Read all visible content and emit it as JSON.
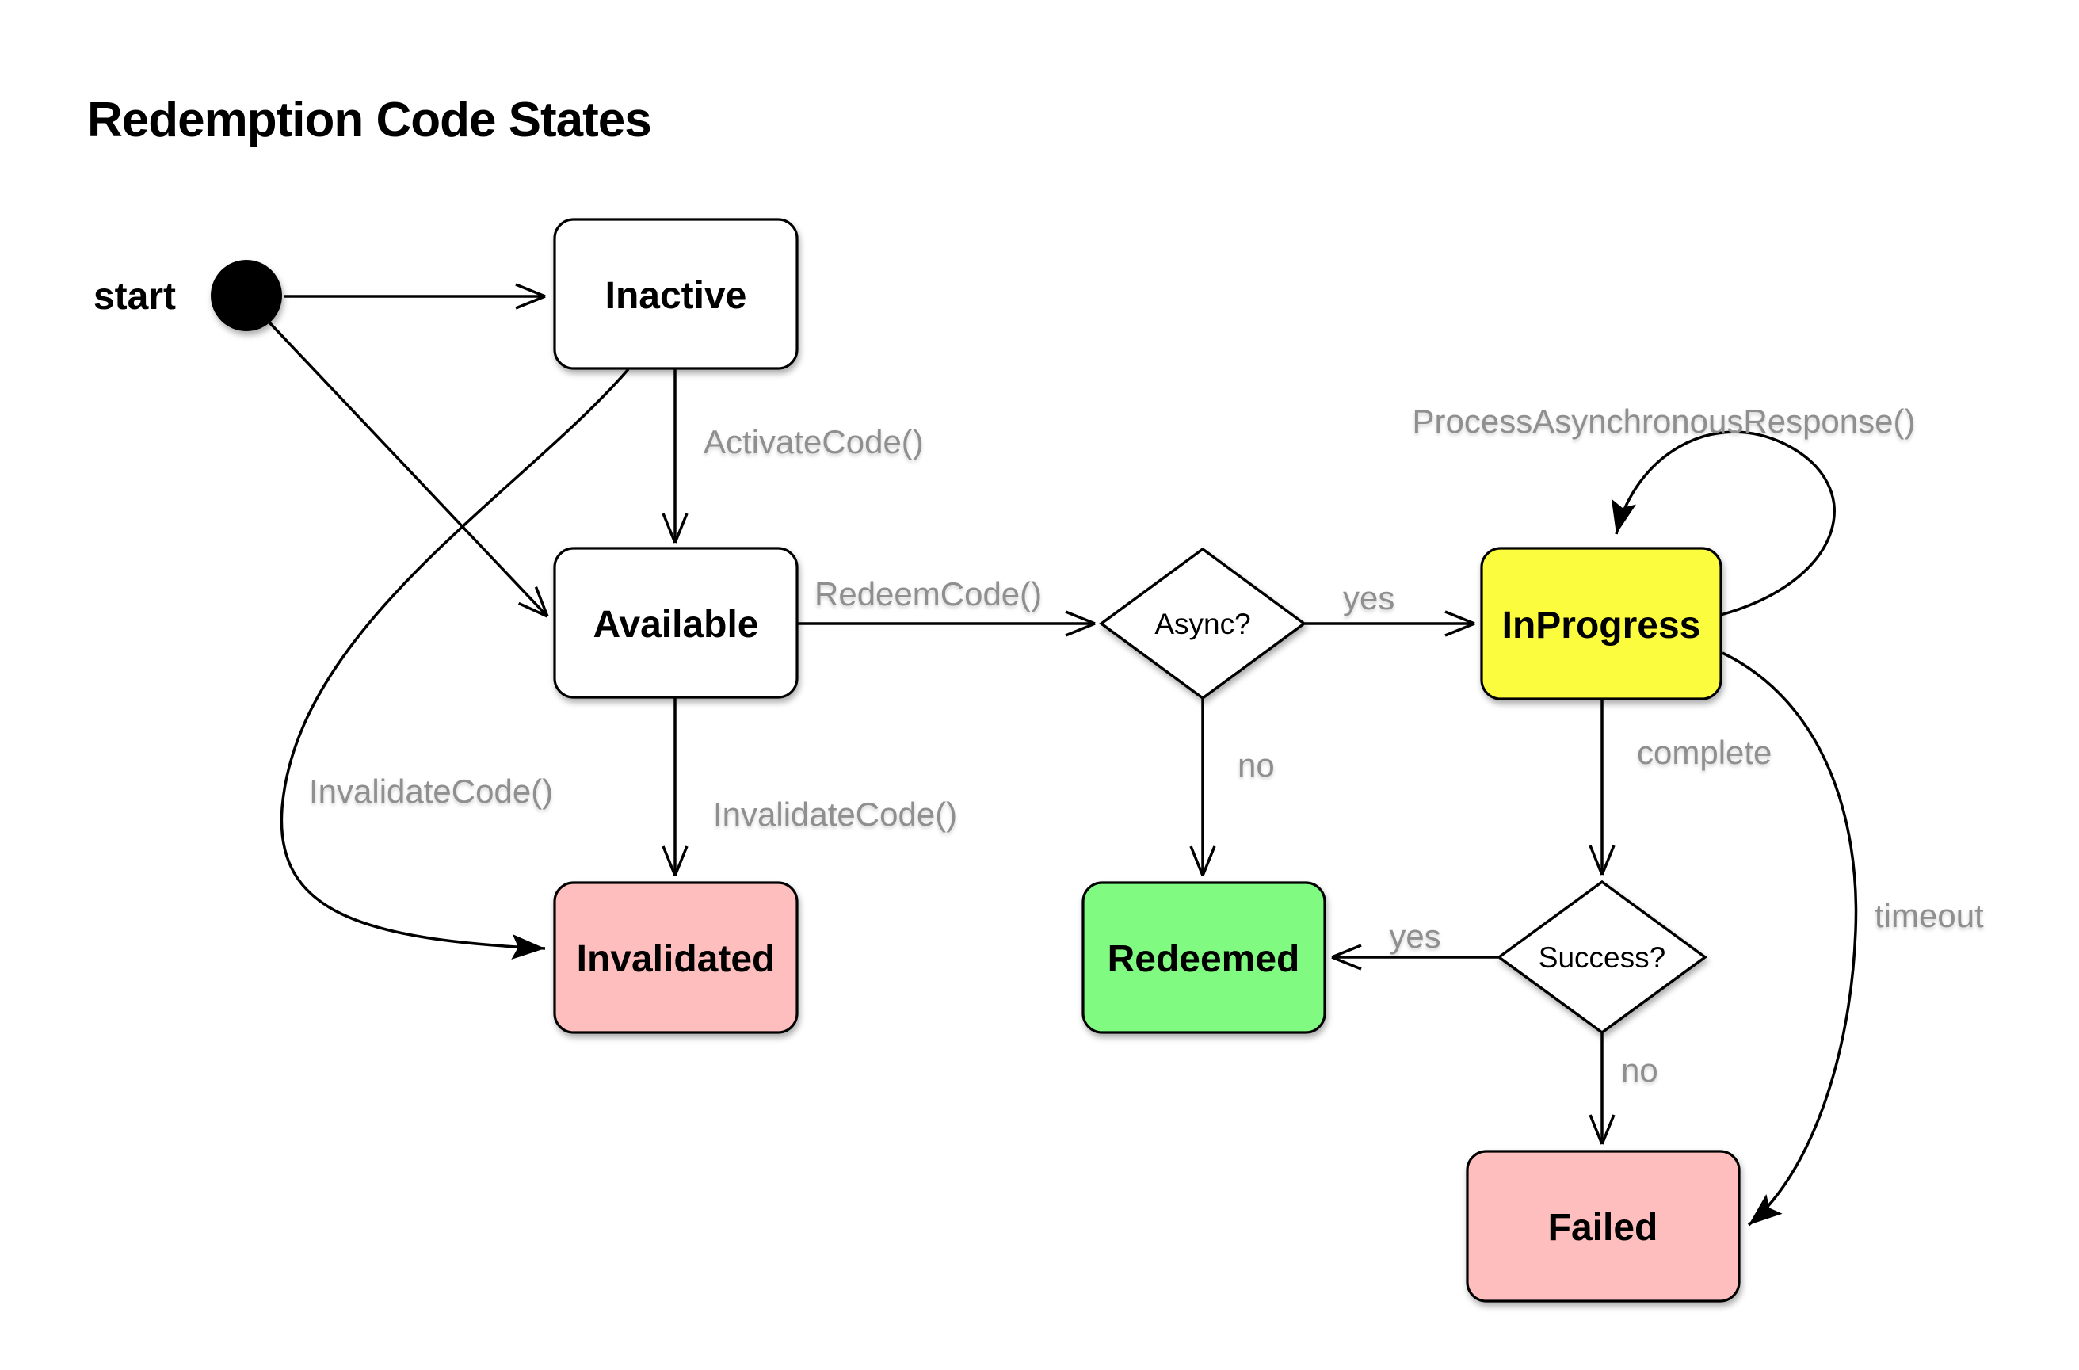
{
  "title": "Redemption Code States",
  "start": {
    "label": "start"
  },
  "colors": {
    "background": "#FFFFFF",
    "state_default": "#FFFFFF",
    "state_inprogress": "#FCFC3E",
    "state_redeemed": "#80FA80",
    "state_error": "#FFBEBE",
    "edge": "#000000",
    "edge_label": "#8F8F8F"
  },
  "states": {
    "inactive": {
      "label": "Inactive",
      "fill": "#FFFFFF"
    },
    "available": {
      "label": "Available",
      "fill": "#FFFFFF"
    },
    "invalidated": {
      "label": "Invalidated",
      "fill": "#FFBEBE"
    },
    "inprogress": {
      "label": "InProgress",
      "fill": "#FCFC3E"
    },
    "redeemed": {
      "label": "Redeemed",
      "fill": "#80FA80"
    },
    "failed": {
      "label": "Failed",
      "fill": "#FFBEBE"
    }
  },
  "decisions": {
    "async": {
      "label": "Async?"
    },
    "success": {
      "label": "Success?"
    }
  },
  "edges": {
    "activate": {
      "label": "ActivateCode()"
    },
    "redeem": {
      "label": "RedeemCode()"
    },
    "async_yes": {
      "label": "yes"
    },
    "async_no": {
      "label": "no"
    },
    "process_async": {
      "label": "ProcessAsynchronousResponse()"
    },
    "complete": {
      "label": "complete"
    },
    "success_yes": {
      "label": "yes"
    },
    "success_no": {
      "label": "no"
    },
    "timeout": {
      "label": "timeout"
    },
    "invalidate_from_inactive": {
      "label": "InvalidateCode()"
    },
    "invalidate_from_available": {
      "label": "InvalidateCode()"
    }
  }
}
